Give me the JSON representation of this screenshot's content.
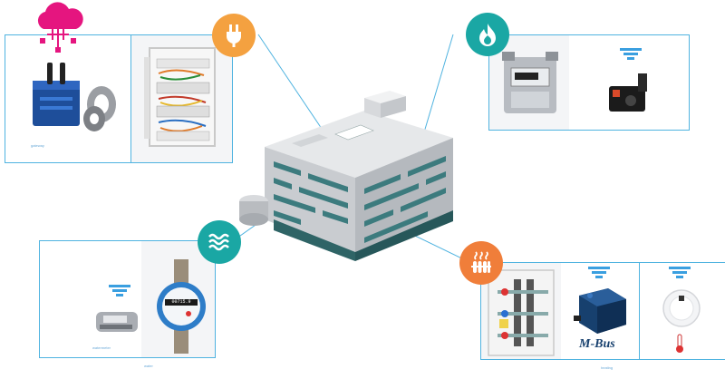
{
  "colors": {
    "line": "#4fb3e0",
    "orange": "#f4a140",
    "orange_heat": "#f07e3a",
    "teal": "#1aa7a4",
    "cloud": "#e5157f"
  },
  "icons": {
    "electricity": "plug-icon",
    "gas": "flame-icon",
    "water": "waves-icon",
    "heat": "radiator-icon",
    "cloud": "cloud-network-icon"
  },
  "panels": {
    "water_caption": "watermeter",
    "water_footer": "water",
    "heat_footer": "heating",
    "heat_mbus": "M-Bus",
    "gateway_caption": "gateway"
  },
  "meter_reading": "00715.9"
}
